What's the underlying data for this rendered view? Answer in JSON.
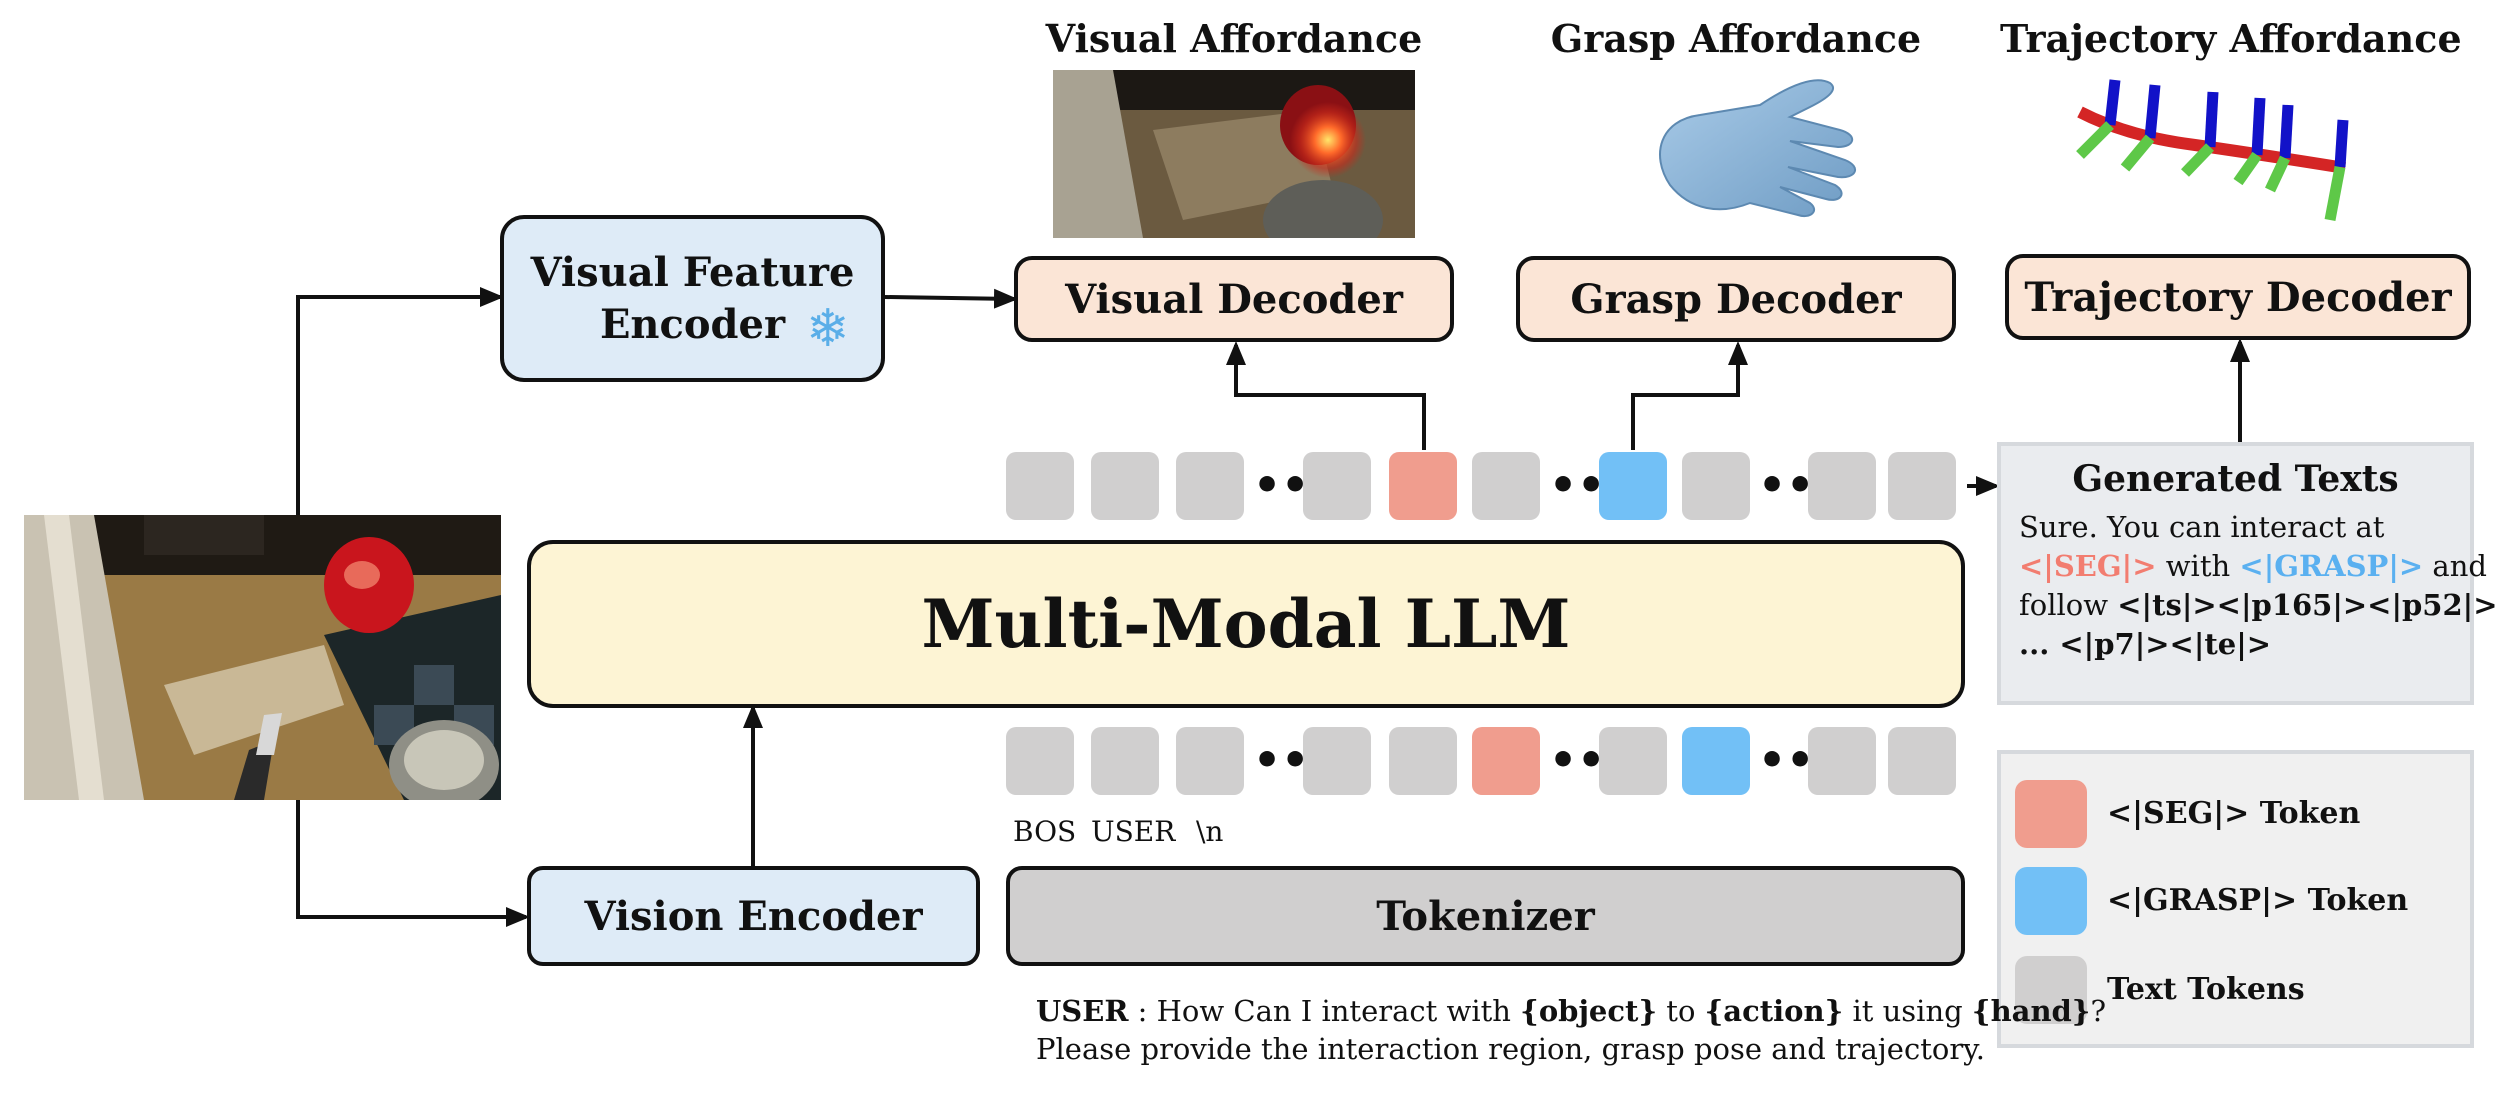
{
  "headings": {
    "visual_affordance": "Visual Affordance",
    "grasp_affordance": "Grasp Affordance",
    "trajectory_affordance": "Trajectory Affordance"
  },
  "boxes": {
    "visual_feature_encoder_line1": "Visual Feature",
    "visual_feature_encoder_line2": "Encoder",
    "visual_decoder": "Visual Decoder",
    "grasp_decoder": "Grasp Decoder",
    "trajectory_decoder": "Trajectory Decoder",
    "multimodal_llm": "Multi-Modal LLM",
    "vision_encoder": "Vision Encoder",
    "tokenizer": "Tokenizer"
  },
  "token_labels": {
    "bos": "BOS",
    "user": "USER",
    "newline": "\\n"
  },
  "dots": "•••",
  "generated": {
    "title": "Generated Texts",
    "line1": "Sure. You can interact at",
    "seg_token": "<|SEG|>",
    "with": " with ",
    "grasp_token": "<|GRASP|>",
    "and": " and",
    "follow": "follow ",
    "traj_tokens_1": "<|ts|><|p165|><|p52|>",
    "traj_tokens_2": "... <|p7|><|te|>"
  },
  "prompt": {
    "user": "USER",
    "p1": " : How Can I interact with ",
    "object": "{object}",
    "p2": " to ",
    "action": "{action}",
    "p3": " it using ",
    "hand": "{hand}",
    "p4": "?",
    "line2": "Please provide the interaction region, grasp pose and trajectory."
  },
  "legend": {
    "seg": "<|SEG|> Token",
    "grasp": "<|GRASP|> Token",
    "text": "Text Tokens"
  },
  "colors": {
    "seg_token": "#f09d8e",
    "grasp_token": "#72c0f6",
    "text_token": "#d0cfcf",
    "encoder_fill": "#deebf7",
    "decoder_fill": "#fbe5d6",
    "llm_fill": "#fdf4d4"
  },
  "icons": [
    "snowflake-icon",
    "hand-mesh-icon",
    "trajectory-axes-icon"
  ]
}
